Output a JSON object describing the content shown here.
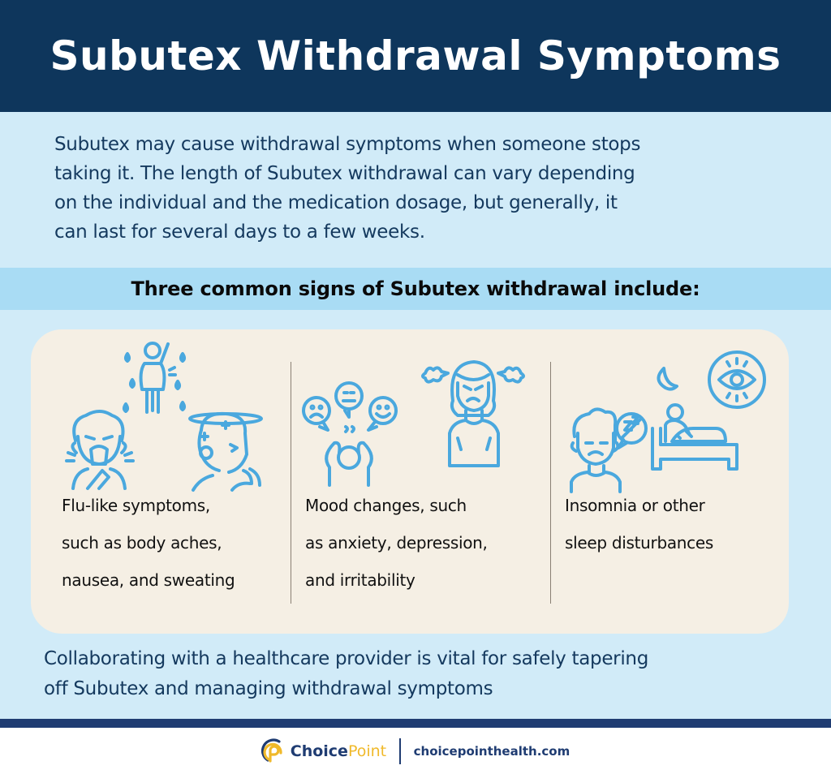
{
  "header": {
    "title": "Subutex Withdrawal Symptoms"
  },
  "intro": {
    "lines": [
      "Subutex may cause withdrawal symptoms when someone stops",
      "taking it. The length of Subutex withdrawal can vary depending",
      "on the individual and the medication dosage, but generally, it",
      "can last for several days to a few weeks."
    ]
  },
  "signs_heading": "Three common signs of Subutex withdrawal include:",
  "signs": [
    {
      "icons": [
        "sweating-person-icon",
        "sneezing-person-icon",
        "dizzy-person-icon"
      ],
      "lines": [
        "Flu-like symptoms,",
        "such as body aches,",
        "nausea, and sweating"
      ]
    },
    {
      "icons": [
        "mood-swings-person-icon",
        "angry-woman-icon"
      ],
      "lines": [
        "Mood changes, such",
        "as anxiety, depression,",
        "and irritability"
      ]
    },
    {
      "icons": [
        "tired-person-icon",
        "bed-moon-icon",
        "awake-eye-icon"
      ],
      "lines": [
        "Insomnia or other",
        "sleep disturbances"
      ]
    }
  ],
  "closing": {
    "lines": [
      "Collaborating with a healthcare provider is vital for safely tapering",
      "off Subutex and managing withdrawal symptoms"
    ]
  },
  "footer": {
    "brand_part1": "Choice",
    "brand_part2": "Point",
    "website": "choicepointhealth.com"
  },
  "colors": {
    "header_bg": "#0e365c",
    "main_bg": "#d1ebf8",
    "band_bg": "#a9dcf4",
    "card_bg": "#f5efe4",
    "icon_blue": "#4aa8de",
    "text_navy": "#14395e",
    "brand_gold": "#f0b92a"
  }
}
